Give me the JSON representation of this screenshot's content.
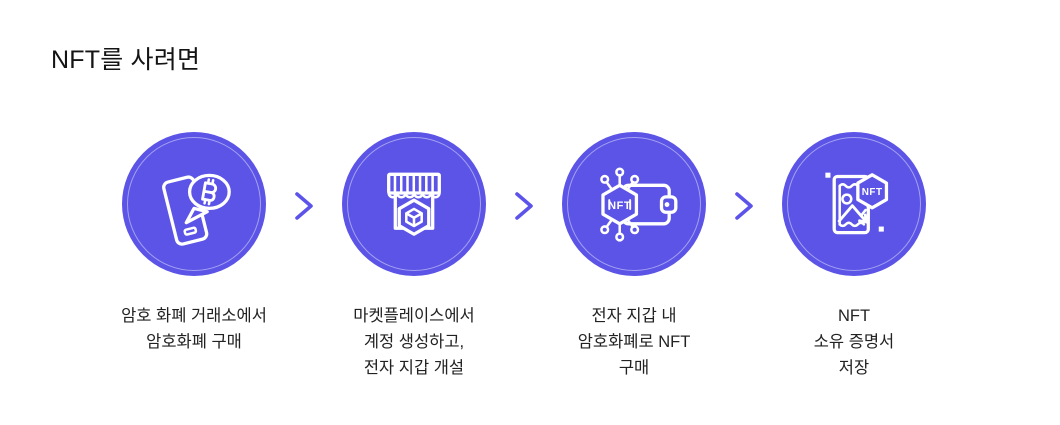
{
  "title": "NFT를 사려면",
  "labels": {
    "nft": "NFT"
  },
  "colors": {
    "accent": "#5B54E6",
    "chevron": "#5C54EA",
    "title": "#141414",
    "caption": "#222222"
  },
  "steps": [
    {
      "icon": "smartphone-bitcoin-chat-icon",
      "lines": [
        "암호 화폐 거래소에서",
        "암호화폐 구매"
      ]
    },
    {
      "icon": "marketplace-store-icon",
      "lines": [
        "마켓플레이스에서",
        "계정 생성하고,",
        "전자 지갑 개설"
      ]
    },
    {
      "icon": "wallet-nft-icon",
      "lines": [
        "전자 지갑 내",
        "암호화폐로 NFT",
        "구매"
      ]
    },
    {
      "icon": "nft-certificate-icon",
      "lines": [
        "NFT",
        "소유 증명서",
        "저장"
      ]
    }
  ]
}
